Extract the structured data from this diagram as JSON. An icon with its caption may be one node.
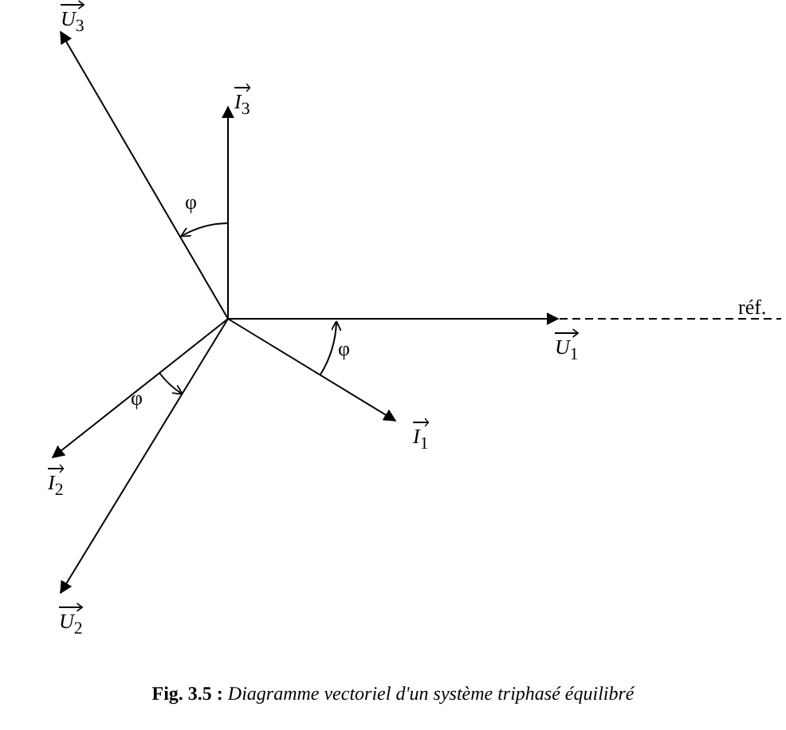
{
  "diagram": {
    "caption": "**Fig. 3.5 :** *Diagramme vectoriel d'un système triphasé équilibré*",
    "labels": [
      "*U*$_{3}$",
      "*I*$_{3}$",
      "φ",
      "réf.",
      "φ",
      "*U*$_{1}$",
      "φ",
      "*I*$_{2}$",
      "*I*$_{1}$",
      "*U*$_{2}$"
    ]
  }
}
